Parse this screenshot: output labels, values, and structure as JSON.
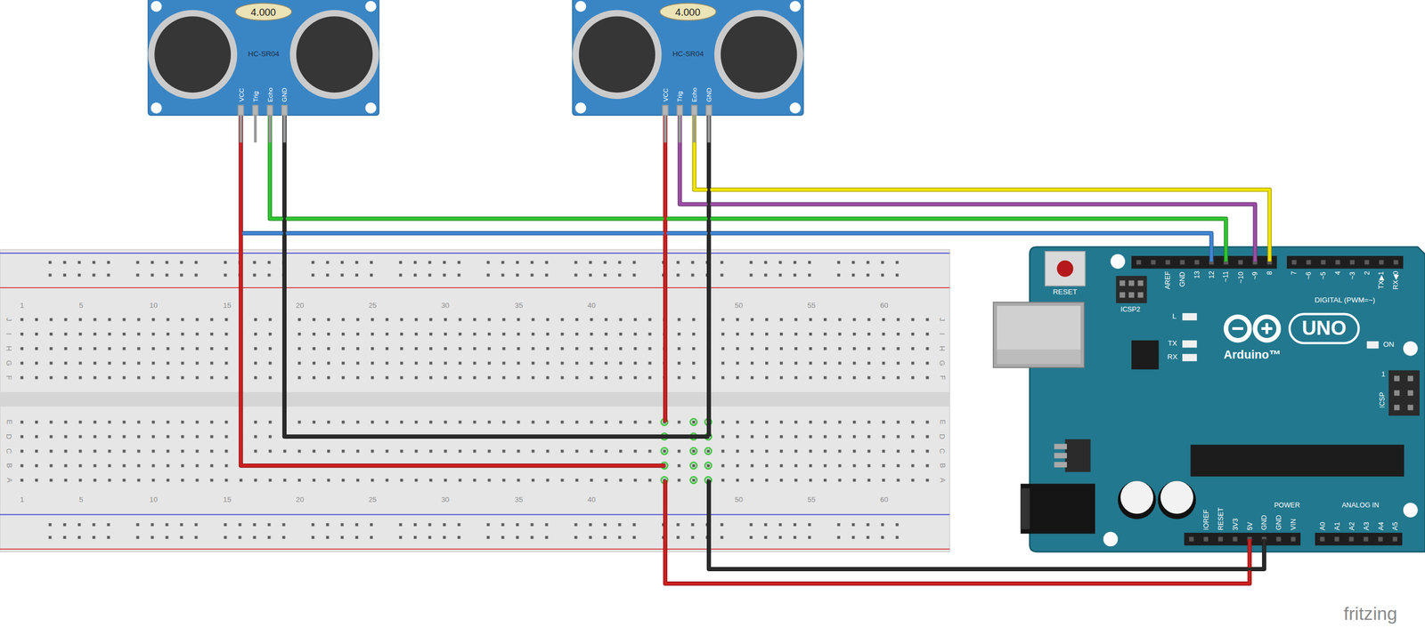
{
  "diagram": {
    "nodes": [
      {
        "text": [
          "4.000",
          "HC-SR04",
          "VCC",
          "Trig",
          "Echo",
          "GND"
        ]
      },
      {
        "text": [
          "4.000",
          "HC-SR04",
          "VCC",
          "Trig",
          "Echo",
          "GND"
        ]
      },
      {
        "text": [
          "1",
          "5",
          "10",
          "15",
          "20",
          "25",
          "30",
          "35",
          "40",
          "50",
          "55",
          "60",
          "J",
          "J",
          "I",
          "I",
          "H",
          "H",
          "G",
          "G",
          "F",
          "F",
          "E",
          "E",
          "D",
          "D",
          "C",
          "C",
          "B",
          "B",
          "A",
          "A",
          "1",
          "5",
          "10",
          "15",
          "20",
          "25",
          "30",
          "35",
          "40",
          "50",
          "55",
          "60"
        ]
      },
      {
        "text": [
          "AREF",
          "GND",
          "13",
          "12",
          "~11",
          "~10",
          "~9",
          "8",
          "7",
          "~6",
          "~5",
          "4",
          "~3",
          "2",
          "TX▶1",
          "RX◀0",
          "RESET",
          "ICSP2",
          "DIGITAL (PWM=~)",
          "L",
          "UNO",
          "TX",
          "Arduino™",
          "ON",
          "RX",
          "1",
          "ICSP",
          "POWER",
          "ANALOG IN",
          "IOREF",
          "RESET",
          "3V3",
          "5V",
          "GND",
          "GND",
          "VIN",
          "A0",
          "A1",
          "A2",
          "A3",
          "A4",
          "A5"
        ]
      }
    ],
    "edges": [
      {
        "from": 0,
        "to": 3,
        "arrow": "none"
      },
      {
        "from": 0,
        "to": 3,
        "arrow": "none"
      },
      {
        "from": 0,
        "to": 2,
        "arrow": "none"
      },
      {
        "from": 0,
        "to": 2,
        "arrow": "none"
      },
      {
        "from": 1,
        "to": 3,
        "arrow": "none"
      },
      {
        "from": 1,
        "to": 3,
        "arrow": "none"
      },
      {
        "from": 1,
        "to": 2,
        "arrow": "none"
      },
      {
        "from": 1,
        "to": 2,
        "arrow": "none"
      },
      {
        "from": 2,
        "to": 3,
        "arrow": "none"
      },
      {
        "from": 2,
        "to": 3,
        "arrow": "none"
      }
    ],
    "labels": [
      "fritzing"
    ]
  }
}
